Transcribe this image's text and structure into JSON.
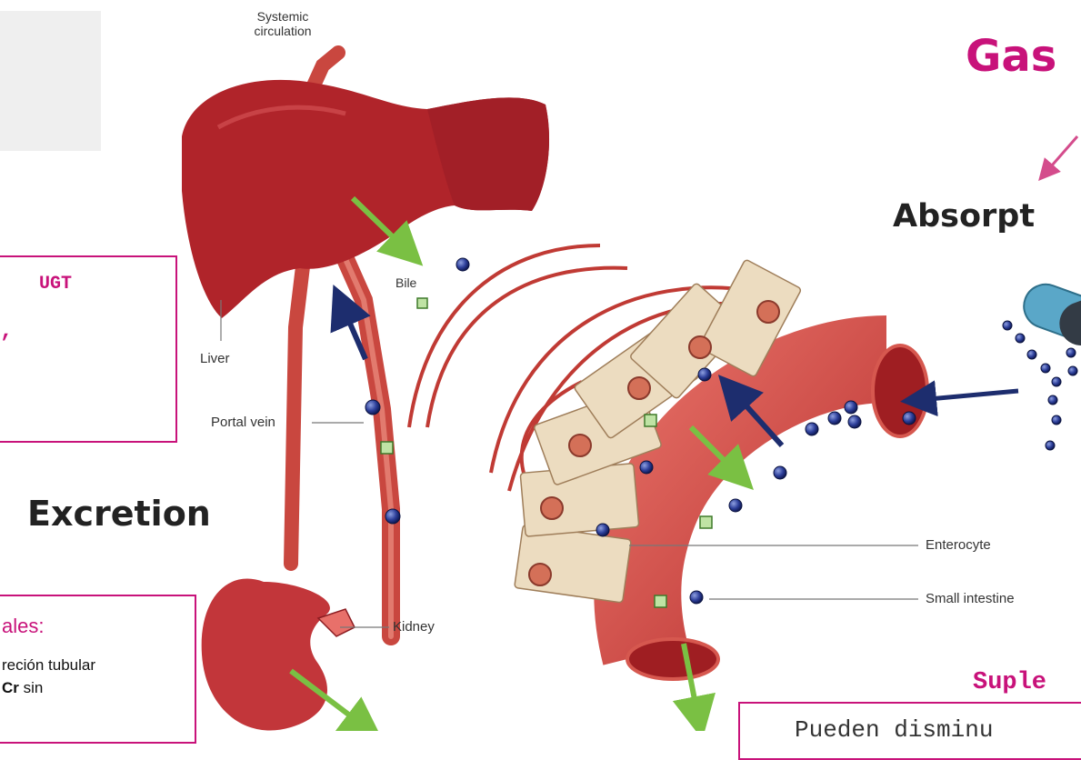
{
  "labels": {
    "systemic": "Systemic\ncirculation",
    "bile": "Bile",
    "liver": "Liver",
    "portal_vein": "Portal vein",
    "kidney": "Kidney",
    "enterocyte": "Enterocyte",
    "small_intestine": "Small intestine"
  },
  "headings": {
    "gas": "Gas",
    "absorpt": "Absorpt",
    "excretion": "Excretion"
  },
  "callouts": {
    "ugt": "UGT",
    "comma": ",",
    "ales": "ales:",
    "recion_tubular": "reción tubular",
    "cr": "Cr",
    "sin": " sin",
    "suple": "Suple",
    "pueden": "Pueden disminu"
  },
  "colors": {
    "accent": "#c8127a",
    "organ": "#b0242a",
    "vessel": "#c9473f",
    "cell": "#ecdcc0",
    "arrow_green": "#7ac043",
    "arrow_navy": "#1d2d6e"
  }
}
